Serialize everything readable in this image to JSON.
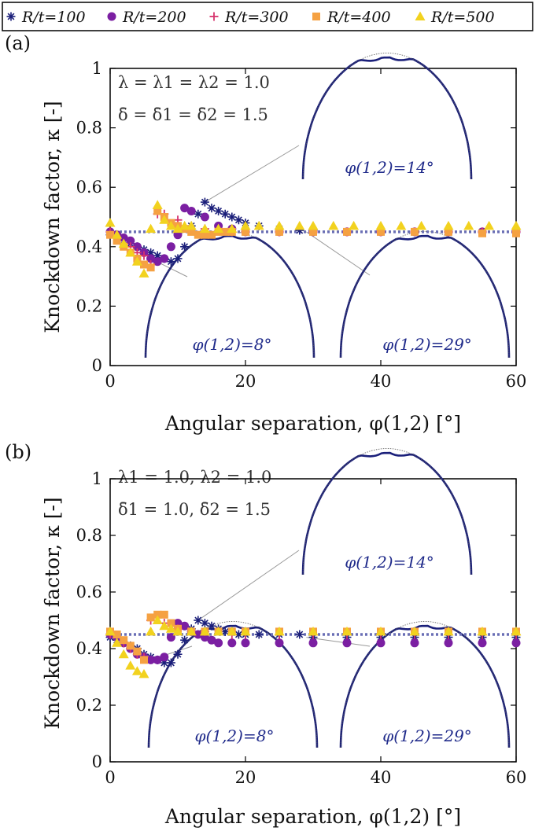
{
  "legend": [
    {
      "label": "R/t=100",
      "color": "#1b1f7a",
      "marker": "asterisk"
    },
    {
      "label": "R/t=200",
      "color": "#7b1fa2",
      "marker": "circle"
    },
    {
      "label": "R/t=300",
      "color": "#d6336c",
      "marker": "plus"
    },
    {
      "label": "R/t=400",
      "color": "#f5a142",
      "marker": "square"
    },
    {
      "label": "R/t=500",
      "color": "#f2d21f",
      "marker": "triangle"
    }
  ],
  "reference_line_color": "#6a6fb5",
  "chart_data": [
    {
      "type": "scatter",
      "panel": "(a)",
      "xlabel": "Angular separation, φ(1,2) [°]",
      "ylabel": "Knockdown factor, κ [-]",
      "xlim": [
        0,
        60
      ],
      "ylim": [
        0,
        1
      ],
      "xticks": [
        0,
        20,
        40,
        60
      ],
      "yticks": [
        0,
        0.2,
        0.4,
        0.6,
        0.8,
        1
      ],
      "annotation": [
        "λ = λ1 = λ2 = 1.0",
        "δ̄ = δ̄1 = δ̄2 = 1.5"
      ],
      "reference": 0.45,
      "insets": [
        {
          "label": "φ(1,2)=8°",
          "points_to": [
            6,
            0.36
          ]
        },
        {
          "label": "φ(1,2)=14°",
          "points_to": [
            14,
            0.55
          ]
        },
        {
          "label": "φ(1,2)=29°",
          "points_to": [
            29,
            0.45
          ]
        }
      ],
      "series": [
        {
          "name": "R/t=100",
          "x": [
            0,
            1,
            2,
            3,
            4,
            5,
            6,
            7,
            8,
            9,
            10,
            11,
            12,
            13,
            14,
            15,
            16,
            17,
            18,
            19,
            20,
            22,
            25,
            28,
            30,
            35,
            40,
            45,
            50,
            55,
            60
          ],
          "y": [
            0.44,
            0.43,
            0.42,
            0.41,
            0.4,
            0.39,
            0.38,
            0.37,
            0.36,
            0.35,
            0.36,
            0.4,
            0.47,
            0.51,
            0.55,
            0.53,
            0.52,
            0.51,
            0.5,
            0.49,
            0.48,
            0.47,
            0.46,
            0.455,
            0.455,
            0.45,
            0.45,
            0.45,
            0.45,
            0.45,
            0.45
          ]
        },
        {
          "name": "R/t=200",
          "x": [
            0,
            1,
            2,
            3,
            4,
            5,
            6,
            7,
            8,
            9,
            10,
            11,
            12,
            14,
            16,
            18,
            20,
            25,
            30,
            35,
            40,
            45,
            50,
            55,
            60
          ],
          "y": [
            0.45,
            0.44,
            0.43,
            0.42,
            0.4,
            0.38,
            0.36,
            0.35,
            0.36,
            0.4,
            0.44,
            0.53,
            0.52,
            0.5,
            0.47,
            0.46,
            0.45,
            0.45,
            0.45,
            0.45,
            0.45,
            0.45,
            0.45,
            0.45,
            0.45
          ]
        },
        {
          "name": "R/t=300",
          "x": [
            0,
            1,
            2,
            3,
            4,
            5,
            6,
            7,
            8,
            10,
            14,
            18,
            20,
            25,
            30,
            35,
            40,
            45,
            50,
            55,
            60
          ],
          "y": [
            0.45,
            0.43,
            0.41,
            0.4,
            0.38,
            0.37,
            0.34,
            0.51,
            0.51,
            0.49,
            0.46,
            0.45,
            0.45,
            0.45,
            0.45,
            0.45,
            0.45,
            0.45,
            0.45,
            0.45,
            0.45
          ]
        },
        {
          "name": "R/t=400",
          "x": [
            0,
            1,
            2,
            3,
            4,
            5,
            6,
            7,
            8,
            9,
            10,
            11,
            12,
            13,
            14,
            15,
            16,
            17,
            18,
            20,
            25,
            30,
            35,
            40,
            45,
            50,
            55,
            60
          ],
          "y": [
            0.44,
            0.42,
            0.4,
            0.38,
            0.36,
            0.34,
            0.33,
            0.52,
            0.5,
            0.48,
            0.47,
            0.46,
            0.45,
            0.44,
            0.44,
            0.44,
            0.45,
            0.45,
            0.45,
            0.45,
            0.45,
            0.45,
            0.45,
            0.45,
            0.45,
            0.45,
            0.445,
            0.445
          ]
        },
        {
          "name": "R/t=500",
          "x": [
            0,
            1,
            2,
            3,
            4,
            5,
            6,
            7,
            8,
            9,
            10,
            11,
            12,
            14,
            16,
            18,
            20,
            22,
            25,
            28,
            30,
            33,
            36,
            40,
            43,
            46,
            50,
            53,
            56,
            60
          ],
          "y": [
            0.48,
            0.44,
            0.41,
            0.38,
            0.35,
            0.31,
            0.46,
            0.54,
            0.49,
            0.47,
            0.46,
            0.47,
            0.47,
            0.46,
            0.46,
            0.46,
            0.47,
            0.47,
            0.47,
            0.47,
            0.47,
            0.47,
            0.47,
            0.47,
            0.47,
            0.47,
            0.47,
            0.47,
            0.47,
            0.47
          ]
        }
      ]
    },
    {
      "type": "scatter",
      "panel": "(b)",
      "xlabel": "Angular separation, φ(1,2) [°]",
      "ylabel": "Knockdown factor, κ [-]",
      "xlim": [
        0,
        60
      ],
      "ylim": [
        0,
        1
      ],
      "xticks": [
        0,
        20,
        40,
        60
      ],
      "yticks": [
        0,
        0.2,
        0.4,
        0.6,
        0.8,
        1
      ],
      "annotation": [
        "λ1 = 1.0, λ2 = 1.0",
        "δ̄1 = 1.0, δ̄2 = 1.5"
      ],
      "reference": 0.45,
      "insets": [
        {
          "label": "φ(1,2)=8°",
          "points_to": [
            6,
            0.36
          ]
        },
        {
          "label": "φ(1,2)=14°",
          "points_to": [
            13,
            0.5
          ]
        },
        {
          "label": "φ(1,2)=29°",
          "points_to": [
            29,
            0.44
          ]
        }
      ],
      "series": [
        {
          "name": "R/t=100",
          "x": [
            0,
            1,
            2,
            3,
            4,
            5,
            6,
            7,
            8,
            9,
            10,
            11,
            12,
            13,
            14,
            15,
            16,
            17,
            18,
            19,
            20,
            22,
            25,
            28,
            30,
            35,
            40,
            45,
            50,
            55,
            60
          ],
          "y": [
            0.44,
            0.43,
            0.42,
            0.41,
            0.4,
            0.38,
            0.37,
            0.36,
            0.35,
            0.35,
            0.38,
            0.43,
            0.47,
            0.5,
            0.49,
            0.48,
            0.47,
            0.46,
            0.46,
            0.45,
            0.45,
            0.45,
            0.45,
            0.45,
            0.44,
            0.44,
            0.44,
            0.44,
            0.44,
            0.44,
            0.44
          ]
        },
        {
          "name": "R/t=200",
          "x": [
            0,
            1,
            2,
            3,
            4,
            5,
            6,
            7,
            8,
            9,
            10,
            11,
            12,
            13,
            14,
            15,
            16,
            18,
            20,
            25,
            30,
            35,
            40,
            45,
            50,
            55,
            60
          ],
          "y": [
            0.45,
            0.44,
            0.42,
            0.4,
            0.38,
            0.37,
            0.36,
            0.36,
            0.37,
            0.44,
            0.49,
            0.48,
            0.46,
            0.45,
            0.44,
            0.43,
            0.42,
            0.42,
            0.42,
            0.42,
            0.42,
            0.42,
            0.42,
            0.42,
            0.42,
            0.42,
            0.42
          ]
        },
        {
          "name": "R/t=300",
          "x": [
            0,
            1,
            2,
            3,
            4,
            5,
            6,
            7,
            8,
            10,
            14,
            18,
            20,
            25,
            30,
            35,
            40,
            45,
            50,
            55,
            60
          ],
          "y": [
            0.45,
            0.44,
            0.42,
            0.4,
            0.38,
            0.37,
            0.5,
            0.51,
            0.49,
            0.47,
            0.46,
            0.45,
            0.45,
            0.45,
            0.45,
            0.45,
            0.45,
            0.45,
            0.45,
            0.45,
            0.45
          ]
        },
        {
          "name": "R/t=400",
          "x": [
            0,
            1,
            2,
            3,
            4,
            5,
            6,
            7,
            8,
            9,
            10,
            12,
            14,
            16,
            18,
            20,
            25,
            30,
            35,
            40,
            45,
            50,
            55,
            60
          ],
          "y": [
            0.46,
            0.45,
            0.43,
            0.41,
            0.39,
            0.36,
            0.51,
            0.52,
            0.52,
            0.49,
            0.47,
            0.46,
            0.46,
            0.46,
            0.46,
            0.46,
            0.46,
            0.46,
            0.46,
            0.46,
            0.46,
            0.46,
            0.46,
            0.46
          ]
        },
        {
          "name": "R/t=500",
          "x": [
            0,
            1,
            2,
            3,
            4,
            5,
            6,
            7,
            8,
            9,
            10,
            12,
            14,
            16,
            18,
            20,
            25,
            30,
            35,
            40,
            45,
            50,
            55,
            60
          ],
          "y": [
            0.46,
            0.42,
            0.38,
            0.34,
            0.32,
            0.31,
            0.46,
            0.5,
            0.48,
            0.47,
            0.46,
            0.46,
            0.46,
            0.46,
            0.46,
            0.46,
            0.46,
            0.46,
            0.46,
            0.46,
            0.46,
            0.46,
            0.46,
            0.46
          ]
        }
      ]
    }
  ]
}
